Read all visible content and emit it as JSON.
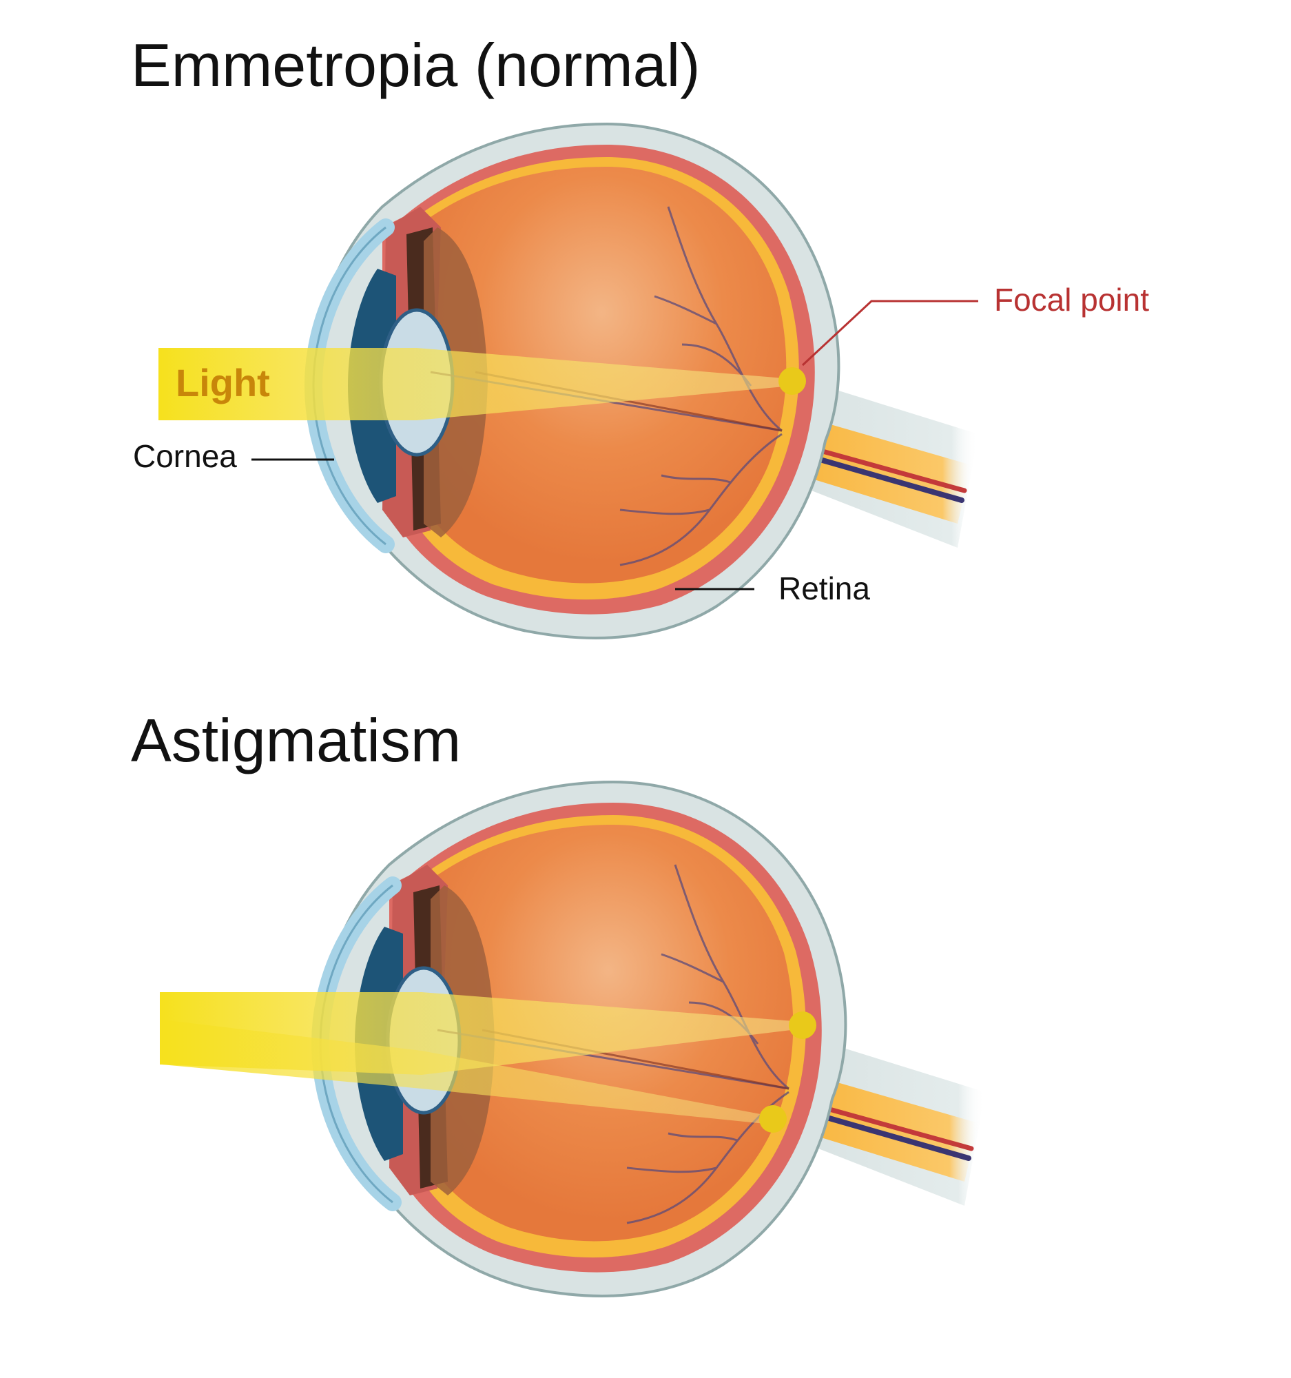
{
  "panels": [
    {
      "title": "Emmetropia (normal)",
      "labels": {
        "light": "Light",
        "cornea": "Cornea",
        "retina": "Retina",
        "focal_point": "Focal point"
      }
    },
    {
      "title": "Astigmatism"
    }
  ],
  "colors": {
    "sclera": "#d9e3e3",
    "sclera_edge": "#8fa8a8",
    "choroid": "#dd6a63",
    "retina": "#f7b93a",
    "vitreous": "#e87d3e",
    "vitreous_light": "#f1a36b",
    "lens": "#c9dce6",
    "lens_edge": "#2e5f86",
    "cornea": "#a7d3e7",
    "iris": "#1d5477",
    "light_beam": "#f6df2a",
    "focal_dot": "#e9c91a",
    "vessel": "#5b4a7a",
    "label_red": "#b83232"
  }
}
